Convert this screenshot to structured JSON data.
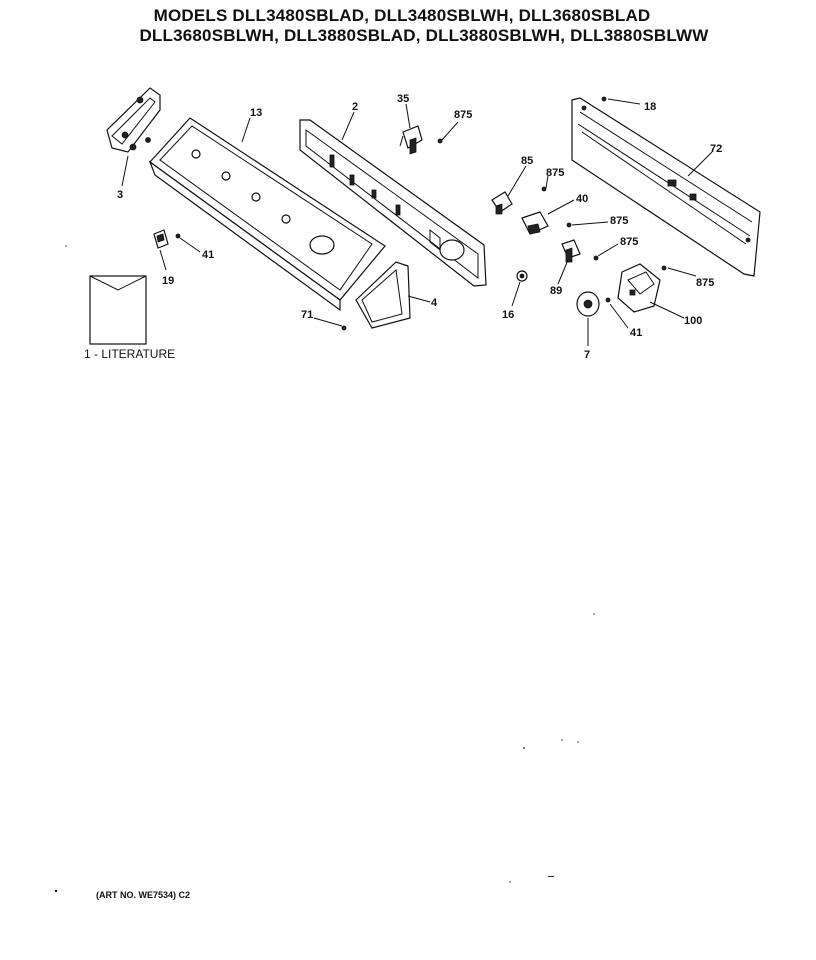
{
  "title_line1": "MODELS DLL3480SBLAD, DLL3480SBLWH, DLL3680SBLAD",
  "title_line2": "DLL3680SBLWH, DLL3880SBLAD, DLL3880SBLWH, DLL3880SBLWW",
  "literature_label": "1 - LITERATURE",
  "art_number": "(ART NO. WE7534) C2",
  "callouts": {
    "c3": "3",
    "c13": "13",
    "c2": "2",
    "c35": "35",
    "c875a": "875",
    "c18": "18",
    "c72": "72",
    "c85": "85",
    "c875b": "875",
    "c40": "40",
    "c875c": "875",
    "c875d": "875",
    "c875e": "875",
    "c41a": "41",
    "c19": "19",
    "c71": "71",
    "c4": "4",
    "c16": "16",
    "c89": "89",
    "c100": "100",
    "c41b": "41",
    "c7": "7"
  }
}
